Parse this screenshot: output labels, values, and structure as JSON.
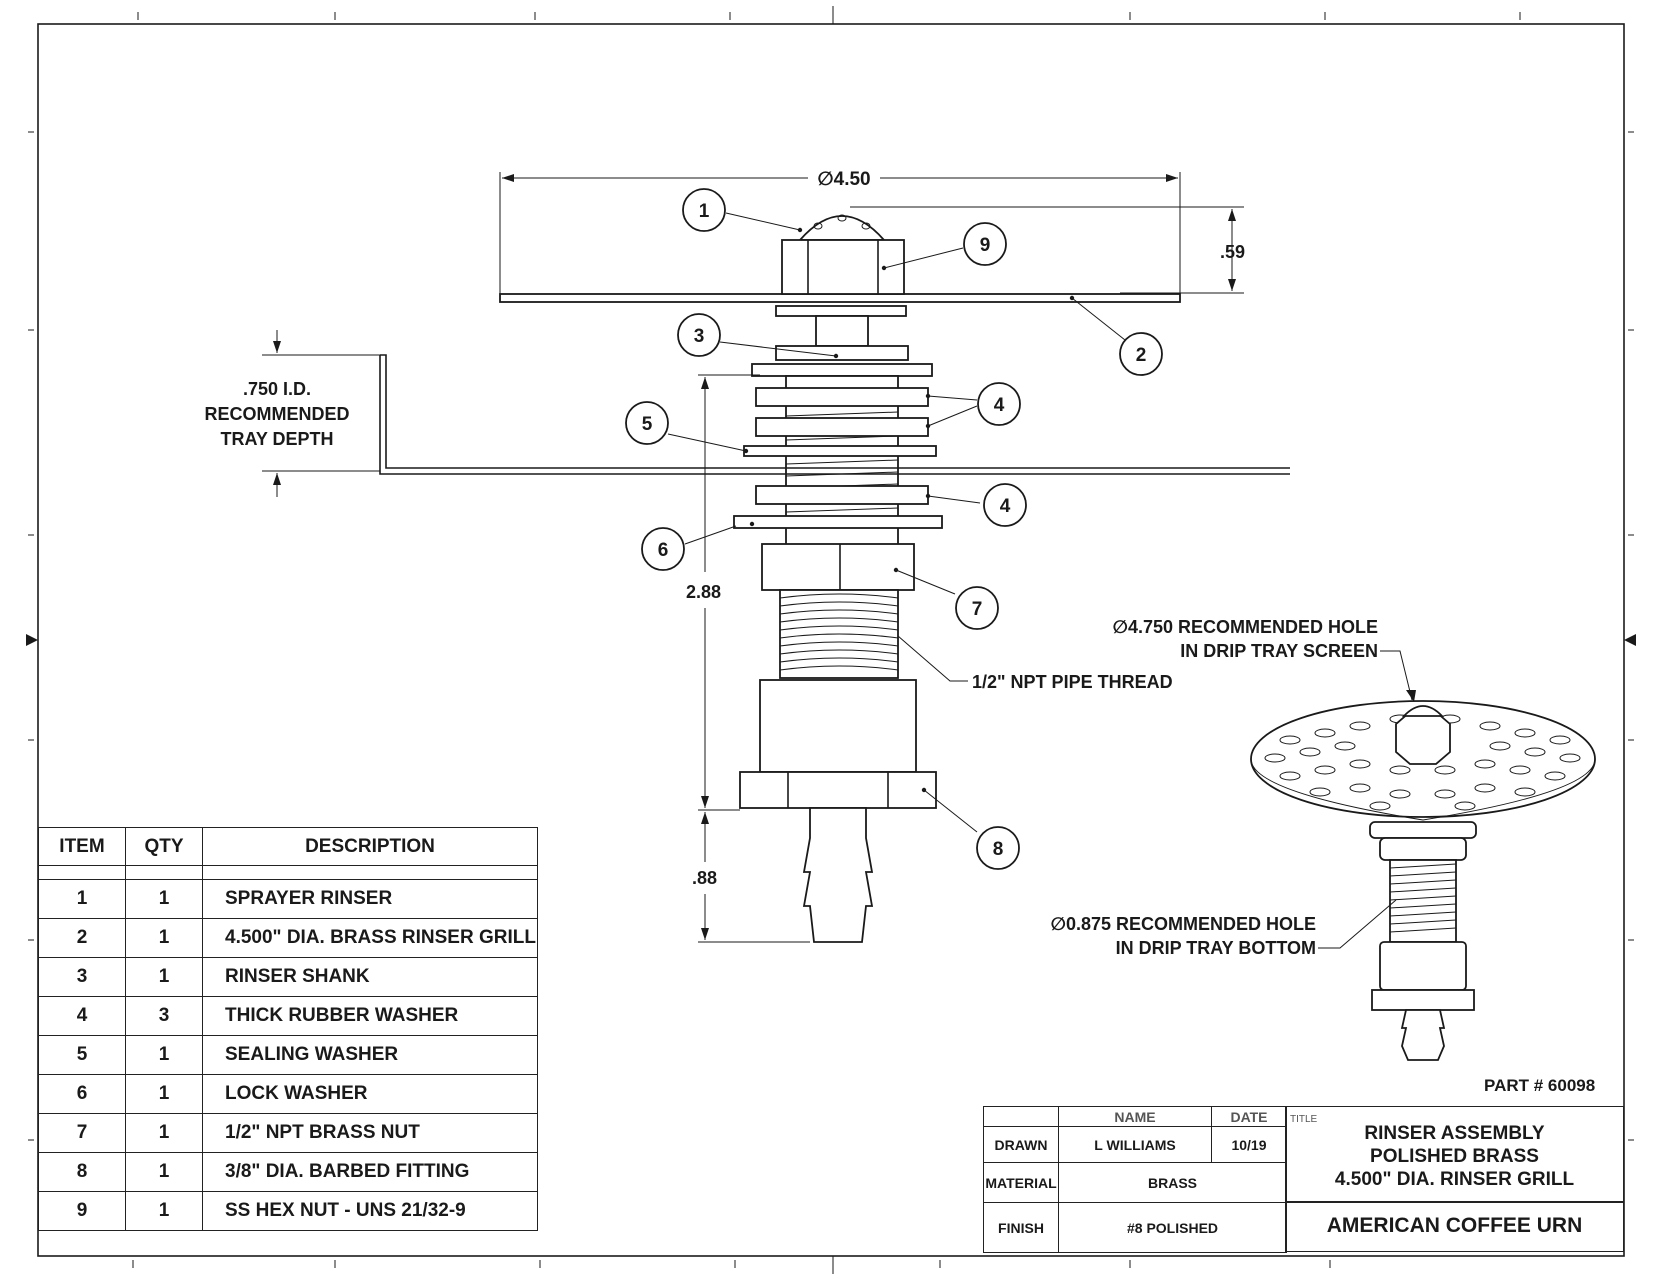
{
  "dimensions": {
    "grill_diameter": "∅4.50",
    "grill_height": ".59",
    "tray_depth_lines": [
      ".750 I.D.",
      "RECOMMENDED",
      "TRAY DEPTH"
    ],
    "shank_length": "2.88",
    "fitting_length": ".88"
  },
  "callouts": {
    "thread": "1/2\" NPT PIPE THREAD",
    "hole_screen_lines": [
      "∅4.750 RECOMMENDED HOLE",
      "IN DRIP TRAY SCREEN"
    ],
    "hole_bottom_lines": [
      "∅0.875 RECOMMENDED HOLE",
      "IN DRIP TRAY BOTTOM"
    ]
  },
  "balloons": [
    "1",
    "9",
    "2",
    "3",
    "4",
    "5",
    "4",
    "6",
    "7",
    "8"
  ],
  "bom": {
    "headers": {
      "item": "ITEM",
      "qty": "QTY",
      "description": "DESCRIPTION"
    },
    "rows": [
      {
        "item": "1",
        "qty": "1",
        "description": "SPRAYER RINSER"
      },
      {
        "item": "2",
        "qty": "1",
        "description": "4.500\" DIA. BRASS RINSER GRILL"
      },
      {
        "item": "3",
        "qty": "1",
        "description": "RINSER SHANK"
      },
      {
        "item": "4",
        "qty": "3",
        "description": "THICK RUBBER WASHER"
      },
      {
        "item": "5",
        "qty": "1",
        "description": "SEALING WASHER"
      },
      {
        "item": "6",
        "qty": "1",
        "description": "LOCK WASHER"
      },
      {
        "item": "7",
        "qty": "1",
        "description": "1/2\" NPT BRASS NUT"
      },
      {
        "item": "8",
        "qty": "1",
        "description": "3/8\" DIA. BARBED FITTING"
      },
      {
        "item": "9",
        "qty": "1",
        "description": "SS HEX NUT - UNS 21/32-9"
      }
    ]
  },
  "part_number": "PART # 60098",
  "title_block": {
    "col_name": "NAME",
    "col_date": "DATE",
    "col_title": "TITLE",
    "drawn_label": "DRAWN",
    "drawn_name": "L WILLIAMS",
    "drawn_date": "10/19",
    "material_label": "MATERIAL",
    "material_value": "BRASS",
    "finish_label": "FINISH",
    "finish_value": "#8 POLISHED",
    "title_lines": [
      "RINSER ASSEMBLY",
      "POLISHED BRASS",
      "4.500\" DIA. RINSER GRILL"
    ],
    "company": "AMERICAN COFFEE URN"
  }
}
